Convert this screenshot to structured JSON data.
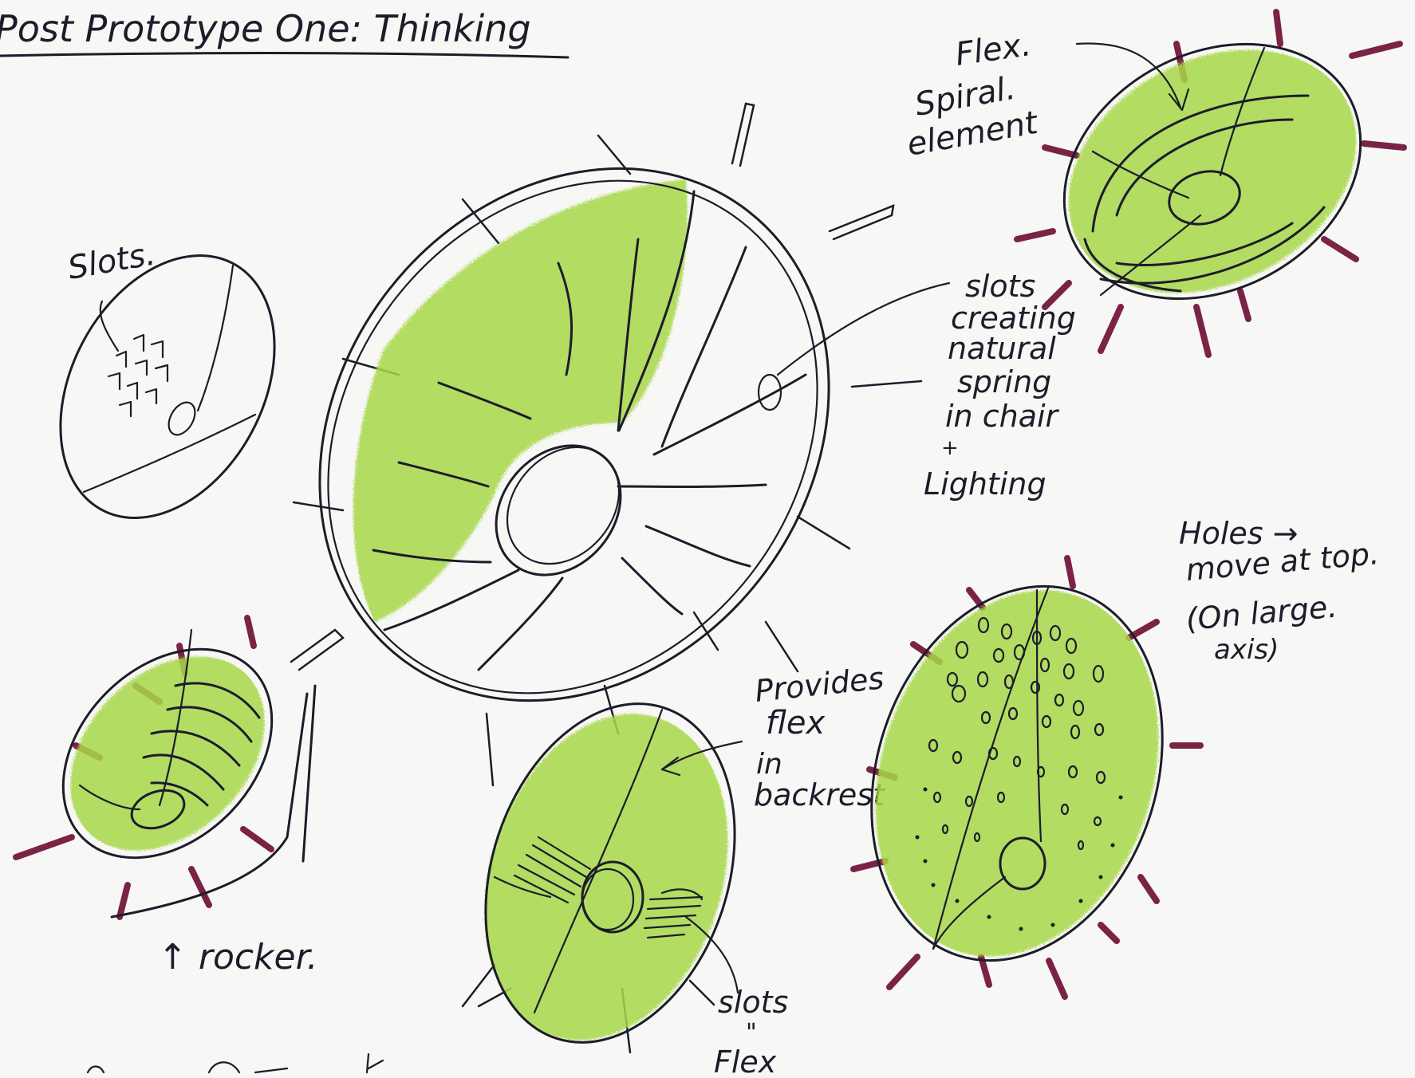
{
  "title": "Post Prototype One: Thinking",
  "sketches": {
    "top_left": {
      "label": "Slots."
    },
    "top_right": {
      "label_lines": [
        "Flex.",
        "Spiral.",
        "element"
      ]
    },
    "center_note": {
      "label_lines": [
        "slots",
        "creating",
        "natural",
        "spring",
        "in chair",
        "+",
        "Lighting"
      ]
    },
    "bottom_left": {
      "label": "↑ rocker."
    },
    "bottom_center": {
      "note_lines": [
        "Provides",
        "flex",
        "in",
        "backrest"
      ],
      "slots_lines": [
        "slots",
        "\"",
        "Flex"
      ]
    },
    "right": {
      "label_lines": [
        "Holes →",
        "move at top.",
        "(On large.",
        "axis)"
      ]
    }
  },
  "colors": {
    "ink": "#1c1c2a",
    "green": "#a8d84a",
    "spike": "#7a2347",
    "paper": "#f7f7f5"
  }
}
